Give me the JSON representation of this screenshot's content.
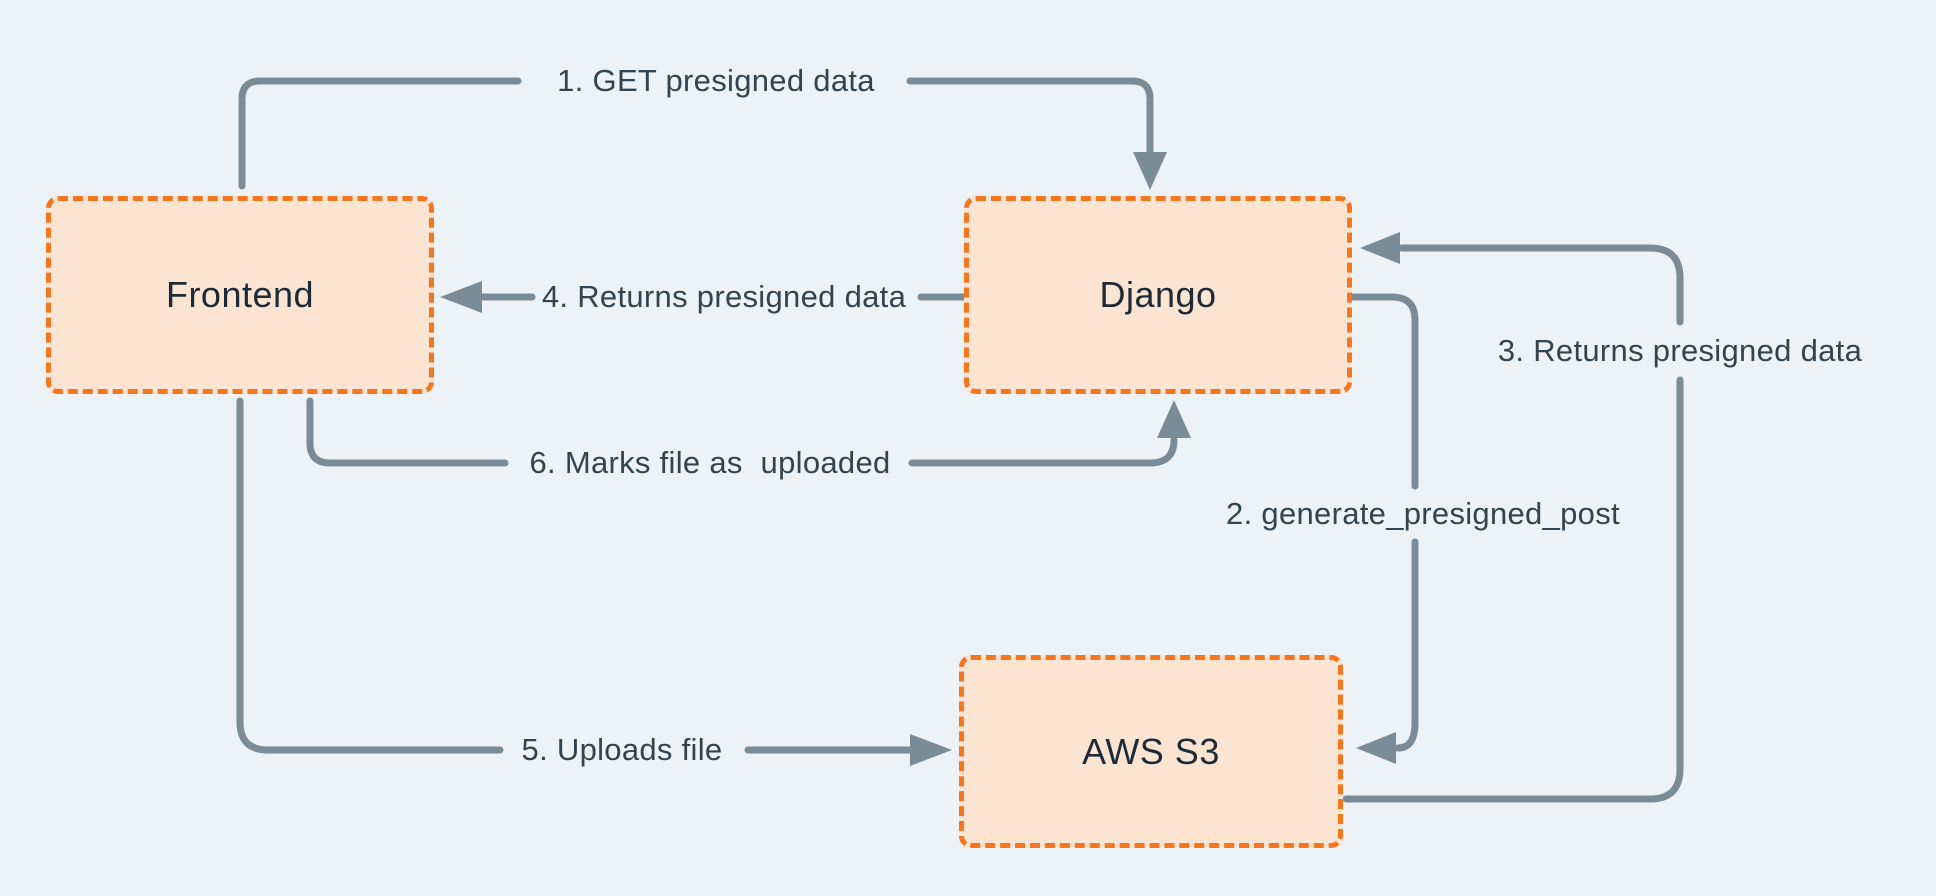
{
  "diagram": {
    "type": "flow-diagram",
    "nodes": [
      {
        "id": "frontend",
        "label": "Frontend"
      },
      {
        "id": "django",
        "label": "Django"
      },
      {
        "id": "aws-s3",
        "label": "AWS S3"
      }
    ],
    "edges": [
      {
        "label": "1. GET presigned data",
        "from": "Frontend",
        "to": "Django"
      },
      {
        "label": "2. generate_presigned_post",
        "from": "Django",
        "to": "AWS S3"
      },
      {
        "label": "3. Returns presigned data",
        "from": "AWS S3",
        "to": "Django"
      },
      {
        "label": "4. Returns presigned data",
        "from": "Django",
        "to": "Frontend"
      },
      {
        "label": "5. Uploads file",
        "from": "Frontend",
        "to": "AWS S3"
      },
      {
        "label": "6. Marks file as  uploaded",
        "from": "Frontend",
        "to": "Django"
      }
    ],
    "colors": {
      "background": "#edf2f6",
      "node_fill": "#fce4d3",
      "node_border": "#f4761e",
      "arrow": "#7b8c99",
      "edge_label_text": "#33434f",
      "node_label_text": "#1d2b38"
    }
  }
}
